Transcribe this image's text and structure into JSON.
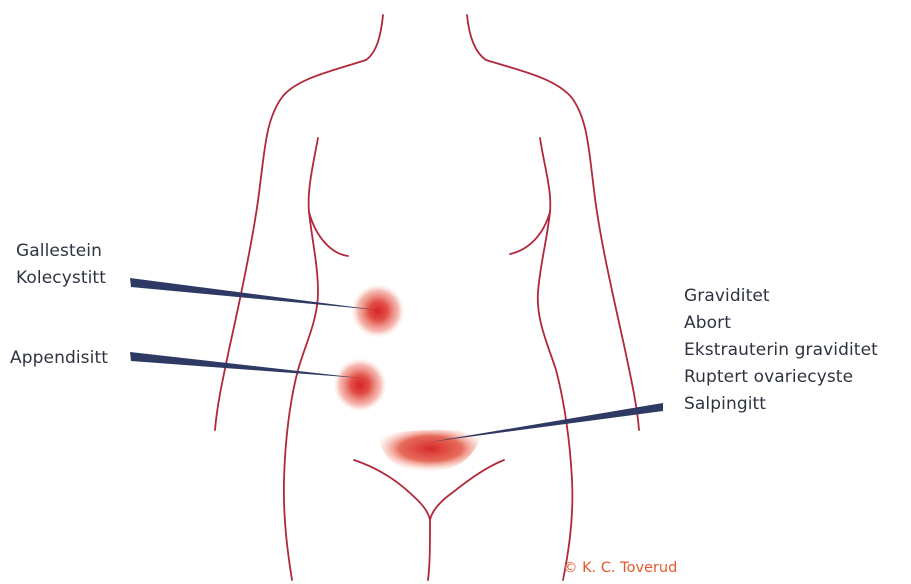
{
  "labels": {
    "gallbladder": [
      "Gallestein",
      "Kolecystitt"
    ],
    "appendix": [
      "Appendisitt"
    ],
    "pelvic": [
      "Graviditet",
      "Abort",
      "Ekstrauterin graviditet",
      "Ruptert ovariecyste",
      "Salpingitt"
    ]
  },
  "credit": "© K. C. Toverud",
  "colors": {
    "outline": "#b0283a",
    "pointer": "#2e3a63",
    "pain": "#e23a2e",
    "credit": "#e8572c",
    "text": "#2f3341"
  }
}
